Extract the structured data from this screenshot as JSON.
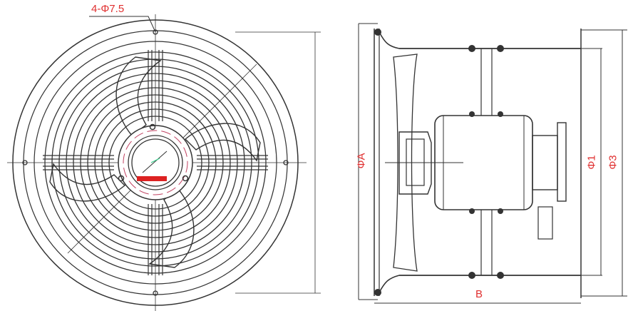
{
  "diagram": {
    "type": "technical-drawing",
    "subject": "axial flow fan (front view and side view)",
    "colors": {
      "line": "#333333",
      "dimension_text": "#e03030",
      "accent_bar": "#dd2222",
      "background": "#ffffff"
    },
    "front_view": {
      "hole_callout": "4-Φ7.5"
    },
    "side_view": {
      "dimension_A": "ΦA",
      "dimension_B": "B",
      "dimension_1": "Φ1",
      "dimension_3": "Φ3"
    }
  }
}
